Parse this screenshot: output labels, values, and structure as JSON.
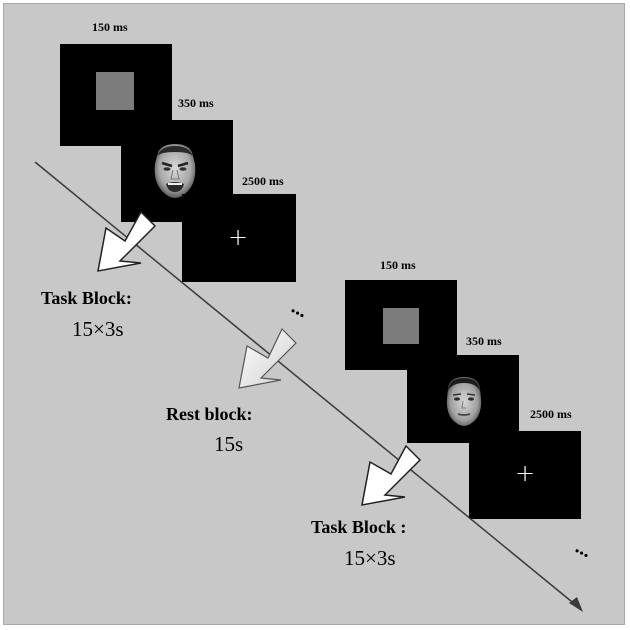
{
  "sequence_1": {
    "cue_time": "150 ms",
    "face_time": "350 ms",
    "fixation_time": "2500 ms",
    "fixation_symbol": "+"
  },
  "sequence_2": {
    "cue_time": "150 ms",
    "face_time": "350 ms",
    "fixation_time": "2500 ms",
    "fixation_symbol": "+"
  },
  "ellipsis": "...",
  "blocks": [
    {
      "label": "Task Block:",
      "duration": "15×3s"
    },
    {
      "label": "Rest block:",
      "duration": "15s"
    },
    {
      "label": "Task Block :",
      "duration": "15×3s"
    }
  ],
  "colors": {
    "background": "#c8c8c8",
    "frame": "#000000",
    "cue_square": "#7c7c7c",
    "arrow_fill_task": "#ffffff",
    "arrow_fill_rest": "#e8e8e8"
  }
}
